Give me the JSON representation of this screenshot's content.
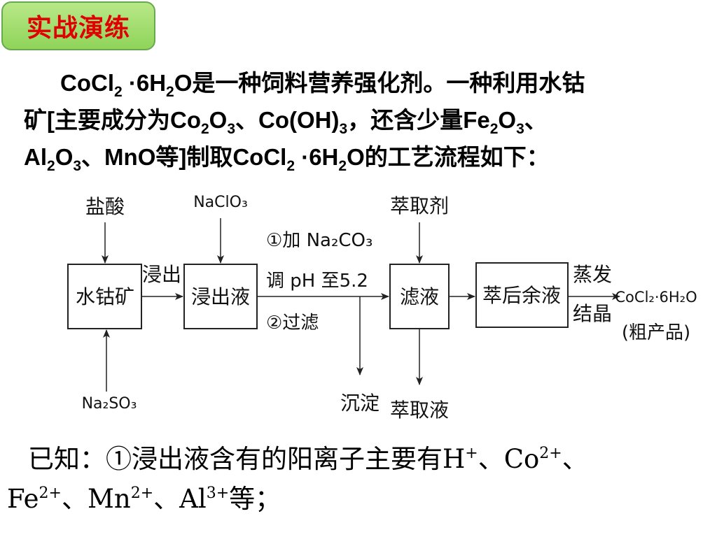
{
  "title": "实战演练",
  "intro": {
    "line1": [
      {
        "t": "CoCl"
      },
      {
        "sub": "2"
      },
      {
        "t": " ·6H"
      },
      {
        "sub": "2"
      },
      {
        "t": "O是一种饲料营养强化剂。一种利用水钴"
      }
    ],
    "line2": [
      {
        "t": "矿[主要成分为Co"
      },
      {
        "sub": "2"
      },
      {
        "t": "O"
      },
      {
        "sub": "3"
      },
      {
        "t": "、Co(OH)"
      },
      {
        "sub": "3"
      },
      {
        "t": "，还含少量Fe"
      },
      {
        "sub": "2"
      },
      {
        "t": "O"
      },
      {
        "sub": "3"
      },
      {
        "t": "、"
      }
    ],
    "line3": [
      {
        "t": "Al"
      },
      {
        "sub": "2"
      },
      {
        "t": "O"
      },
      {
        "sub": "3"
      },
      {
        "t": "、MnO等]制取CoCl"
      },
      {
        "sub": "2"
      },
      {
        "t": " ·6H"
      },
      {
        "sub": "2"
      },
      {
        "t": "O的工艺流程如下："
      }
    ]
  },
  "flow": {
    "boxes": {
      "ore": "水钴矿",
      "leachate": "浸出液",
      "filtrate": "滤液",
      "raffinate": "萃后余液"
    },
    "reagents": {
      "hcl": "盐酸",
      "naclo3": "NaClO₃",
      "na2so3": "Na₂SO₃",
      "extractant": "萃取剂"
    },
    "arrow_labels": {
      "leach": "浸出",
      "step1": "①加 Na₂CO₃",
      "step1b": "调 pH 至5.2",
      "step2": "②过滤",
      "evap1": "蒸发",
      "evap2": "结晶"
    },
    "outputs": {
      "precipitate": "沉淀",
      "extract": "萃取液",
      "product": "CoCl₂·6H₂O",
      "product_note": "(粗产品)"
    }
  },
  "known": {
    "line1": [
      {
        "t": "已知：①浸出液含有的阳离子主要有H"
      },
      {
        "sup": "+"
      },
      {
        "t": "、Co"
      },
      {
        "sup": "2+"
      },
      {
        "t": "、"
      }
    ],
    "line2": [
      {
        "t": "Fe"
      },
      {
        "sup": "2+"
      },
      {
        "t": "、Mn"
      },
      {
        "sup": "2+"
      },
      {
        "t": "、Al"
      },
      {
        "sup": "3+"
      },
      {
        "t": "等；"
      }
    ]
  },
  "colors": {
    "title_text": "#e00000",
    "title_bg": "#8fd45a"
  }
}
